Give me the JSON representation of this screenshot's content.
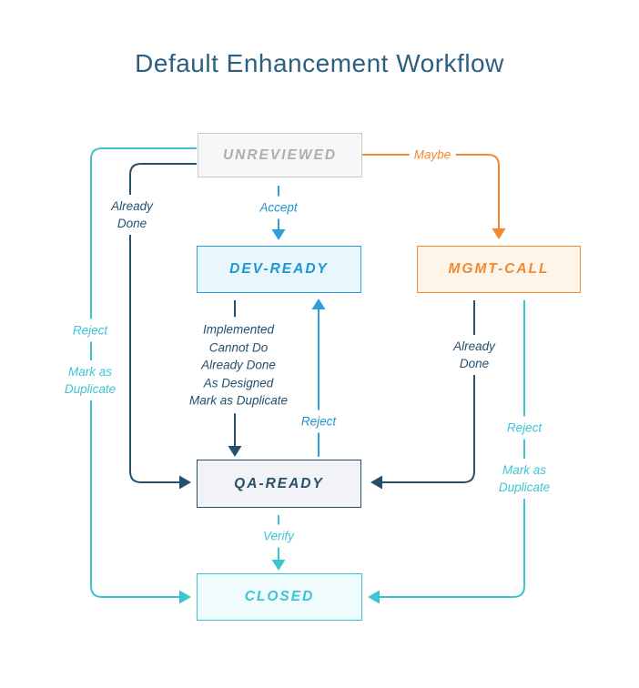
{
  "title": "Default Enhancement Workflow",
  "colors": {
    "title_text": "#2d6080",
    "navy": "#24506e",
    "blue": "#2e9fd8",
    "blue_text": "#1e96d2",
    "teal": "#3dc4d3",
    "orange": "#f28a2e",
    "gray_border": "#c9c9c9",
    "gray_text": "#aeaeae",
    "unreviewed_fill": "#f7f7f7",
    "dev_fill": "#e9f6fc",
    "mgmt_fill": "#fdf4ea",
    "qa_fill": "#f1f3f6",
    "closed_fill": "#effbfd"
  },
  "nodes": {
    "unreviewed": "UNREVIEWED",
    "dev_ready": "DEV-READY",
    "mgmt_call": "MGMT-CALL",
    "qa_ready": "QA-READY",
    "closed": "CLOSED"
  },
  "edges": {
    "accept": "Accept",
    "maybe": "Maybe",
    "verify": "Verify",
    "left_already_done": "Already Done",
    "left_reject": "Reject",
    "left_mark_duplicate": "Mark as Duplicate",
    "dev_to_qa_reasons": [
      "Implemented",
      "Cannot Do",
      "Already Done",
      "As Designed",
      "Mark as Duplicate"
    ],
    "qa_to_dev_reject": "Reject",
    "mgmt_already_done": "Already Done",
    "right_reject": "Reject",
    "right_mark_duplicate": "Mark as Duplicate"
  }
}
